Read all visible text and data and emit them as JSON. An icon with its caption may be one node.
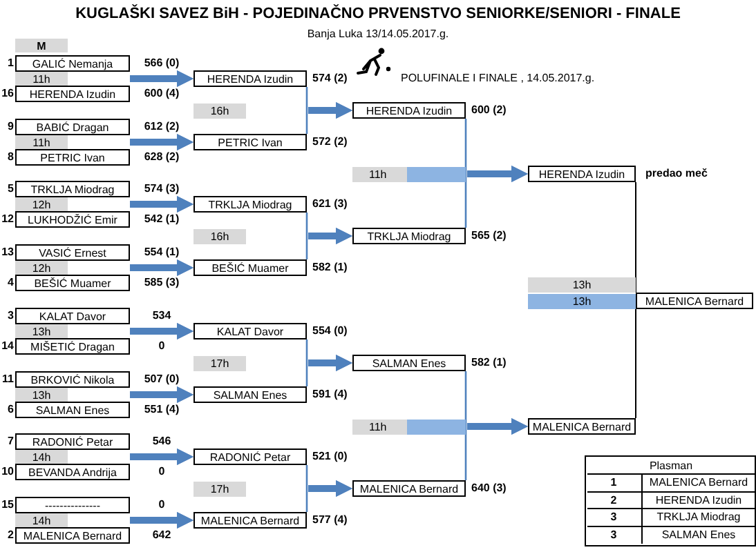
{
  "diagram": {
    "title": "KUGLAŠKI SAVEZ BiH - POJEDINAČNO PRVENSTVO SENIORKE/SENIORI - FINALE",
    "nodes": [
      {
        "text": [
          "M"
        ]
      },
      {
        "text": [
          "GALIĆ Nemanja"
        ],
        "beside": [
          "1",
          "566 (0)"
        ]
      },
      {
        "text": [
          "11h"
        ]
      },
      {
        "text": [
          "HERENDA Izudin"
        ],
        "beside": [
          "16",
          "600 (4)"
        ]
      },
      {
        "text": [
          "BABIĆ Dragan"
        ],
        "beside": [
          "9",
          "612 (2)"
        ]
      },
      {
        "text": [
          "11h"
        ]
      },
      {
        "text": [
          "PETRIC Ivan"
        ],
        "beside": [
          "8",
          "628 (2)"
        ]
      },
      {
        "text": [
          "TRKLJA Miodrag"
        ],
        "beside": [
          "5",
          "574 (3)"
        ]
      },
      {
        "text": [
          "12h"
        ]
      },
      {
        "text": [
          "LUKHODŽIĆ Emir"
        ],
        "beside": [
          "12",
          "542 (1)"
        ]
      },
      {
        "text": [
          "VASIĆ Ernest"
        ],
        "beside": [
          "13",
          "554 (1)"
        ]
      },
      {
        "text": [
          "12h"
        ]
      },
      {
        "text": [
          "BEŠIĆ Muamer"
        ],
        "beside": [
          "4",
          "585 (3)"
        ]
      },
      {
        "text": [
          "KALAT Davor"
        ],
        "beside": [
          "3",
          "534"
        ]
      },
      {
        "text": [
          "13h"
        ]
      },
      {
        "text": [
          "MIŠETIĆ Dragan"
        ],
        "beside": [
          "14",
          "0"
        ]
      },
      {
        "text": [
          "BRKOVIĆ Nikola"
        ],
        "beside": [
          "11",
          "507 (0)"
        ]
      },
      {
        "text": [
          "13h"
        ]
      },
      {
        "text": [
          "SALMAN Enes"
        ],
        "beside": [
          "6",
          "551 (4)"
        ]
      },
      {
        "text": [
          "RADONIĆ Petar"
        ],
        "beside": [
          "7",
          "546"
        ]
      },
      {
        "text": [
          "14h"
        ]
      },
      {
        "text": [
          "BEVANDA Andrija"
        ],
        "beside": [
          "10",
          "0"
        ]
      },
      {
        "text": [
          "---------------"
        ],
        "beside": [
          "15",
          "0"
        ]
      },
      {
        "text": [
          "14h"
        ]
      },
      {
        "text": [
          "MALENICA Bernard"
        ],
        "beside": [
          "2",
          "642"
        ]
      },
      {
        "text": [
          "HERENDA Izudin"
        ],
        "beside": [
          "574 (2)"
        ]
      },
      {
        "text": [
          "16h"
        ]
      },
      {
        "text": [
          "PETRIC Ivan"
        ],
        "beside": [
          "572 (2)"
        ]
      },
      {
        "text": [
          "TRKLJA Miodrag"
        ],
        "beside": [
          "621 (3)"
        ]
      },
      {
        "text": [
          "16h"
        ]
      },
      {
        "text": [
          "BEŠIĆ Muamer"
        ],
        "beside": [
          "582 (1)"
        ]
      },
      {
        "text": [
          "KALAT Davor"
        ],
        "beside": [
          "554 (0)"
        ]
      },
      {
        "text": [
          "17h"
        ]
      },
      {
        "text": [
          "SALMAN Enes"
        ],
        "beside": [
          "591 (4)"
        ]
      },
      {
        "text": [
          "RADONIĆ Petar"
        ],
        "beside": [
          "521 (0)"
        ]
      },
      {
        "text": [
          "17h"
        ]
      },
      {
        "text": [
          "MALENICA Bernard"
        ],
        "beside": [
          "577 (4)"
        ]
      },
      {
        "text": [
          "HERENDA Izudin"
        ],
        "beside": [
          "600 (2)"
        ]
      },
      {
        "text": [
          "11h"
        ]
      },
      {
        "text": [
          "TRKLJA Miodrag"
        ],
        "beside": [
          "565 (2)"
        ]
      },
      {
        "text": [
          "SALMAN Enes"
        ],
        "beside": [
          "582 (1)"
        ]
      },
      {
        "text": [
          "11h"
        ]
      },
      {
        "text": [
          "MALENICA Bernard"
        ],
        "beside": [
          "640 (3)"
        ]
      },
      {
        "text": [
          "HERENDA Izudin"
        ],
        "beside": [
          "predao meč"
        ]
      },
      {
        "text": [
          "13h"
        ]
      },
      {
        "text": [
          "13h"
        ]
      },
      {
        "text": [
          "MALENICA Bernard"
        ]
      },
      {
        "text": [
          "MALENICA Bernard"
        ]
      }
    ],
    "edges": [
      {
        "from": 1,
        "to": 25,
        "arrow": "to"
      },
      {
        "from": 3,
        "to": 25,
        "arrow": "to"
      },
      {
        "from": 4,
        "to": 27,
        "arrow": "to"
      },
      {
        "from": 6,
        "to": 27,
        "arrow": "to"
      },
      {
        "from": 7,
        "to": 28,
        "arrow": "to"
      },
      {
        "from": 9,
        "to": 28,
        "arrow": "to"
      },
      {
        "from": 10,
        "to": 30,
        "arrow": "to"
      },
      {
        "from": 12,
        "to": 30,
        "arrow": "to"
      },
      {
        "from": 13,
        "to": 31,
        "arrow": "to"
      },
      {
        "from": 15,
        "to": 31,
        "arrow": "to"
      },
      {
        "from": 16,
        "to": 33,
        "arrow": "to"
      },
      {
        "from": 18,
        "to": 33,
        "arrow": "to"
      },
      {
        "from": 19,
        "to": 34,
        "arrow": "to"
      },
      {
        "from": 21,
        "to": 34,
        "arrow": "to"
      },
      {
        "from": 22,
        "to": 36,
        "arrow": "to"
      },
      {
        "from": 24,
        "to": 36,
        "arrow": "to"
      },
      {
        "from": 25,
        "to": 37,
        "arrow": "to"
      },
      {
        "from": 27,
        "to": 37,
        "arrow": "to"
      },
      {
        "from": 28,
        "to": 39,
        "arrow": "to"
      },
      {
        "from": 30,
        "to": 39,
        "arrow": "to"
      },
      {
        "from": 31,
        "to": 40,
        "arrow": "to"
      },
      {
        "from": 33,
        "to": 40,
        "arrow": "to"
      },
      {
        "from": 34,
        "to": 42,
        "arrow": "to"
      },
      {
        "from": 36,
        "to": 42,
        "arrow": "to"
      },
      {
        "from": 37,
        "to": 43,
        "arrow": "to"
      },
      {
        "from": 39,
        "to": 43,
        "arrow": "to"
      },
      {
        "from": 40,
        "to": 47,
        "arrow": "to"
      },
      {
        "from": 42,
        "to": 47,
        "arrow": "to"
      },
      {
        "from": 43,
        "to": 46,
        "arrow": "none",
        "color": "#000000"
      },
      {
        "from": 47,
        "to": 46,
        "arrow": "none",
        "color": "#000000"
      }
    ],
    "labels": [
      "Banja Luka 13/14.05.2017.g.",
      "POLUFINALE I FINALE , 14.05.2017.g.",
      "Plasman",
      "1",
      "MALENICA Bernard",
      "2",
      "HERENDA Izudin",
      "3",
      "TRKLJA Miodrag",
      "3",
      "SALMAN Enes"
    ]
  }
}
